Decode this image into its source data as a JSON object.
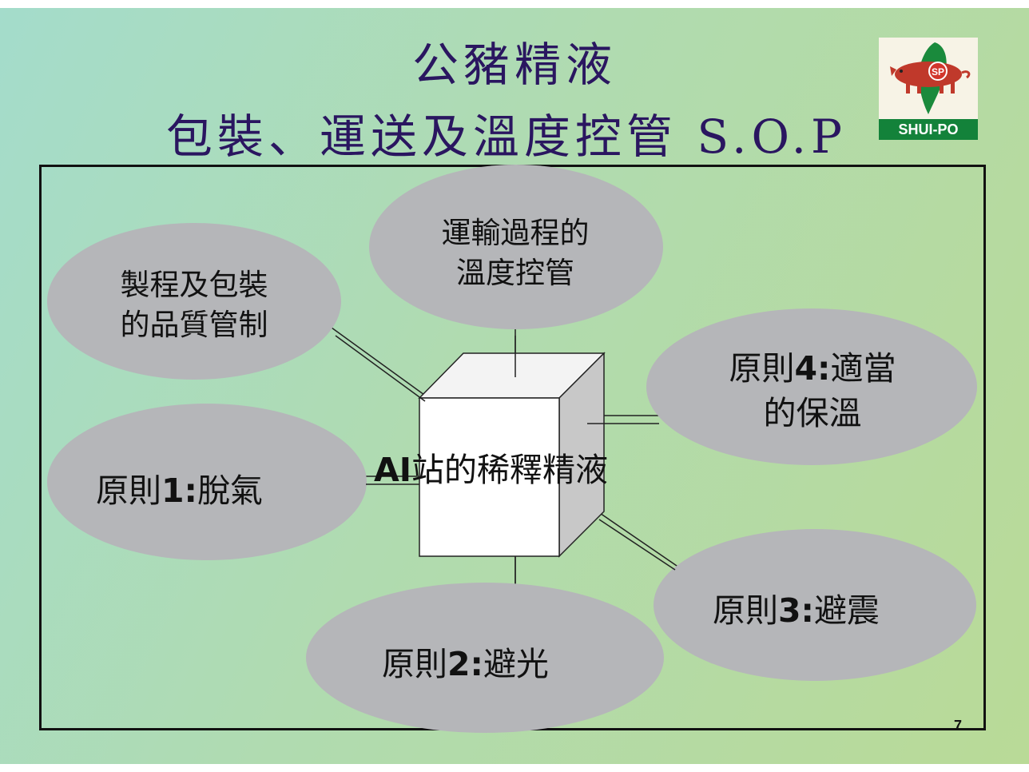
{
  "title": {
    "line1": "公豬精液",
    "line2": "包裝、運送及溫度控管 S.O.P"
  },
  "logo": {
    "label": "SHUI-PO",
    "badge": "SP",
    "colors": {
      "green": "#13823a",
      "pig": "#c0392b",
      "badge": "#d2362c"
    }
  },
  "diagram": {
    "center": {
      "bold": "AI",
      "text": "站的稀釋精液"
    },
    "nodes": [
      {
        "id": "process",
        "lines": [
          "製程及包裝",
          "的品質管制"
        ]
      },
      {
        "id": "transport",
        "lines": [
          "運輸過程的",
          "溫度控管"
        ]
      },
      {
        "id": "p4",
        "prefix": "原則",
        "num": "4:",
        "lines": [
          "適當",
          "的保溫"
        ]
      },
      {
        "id": "p1",
        "prefix": "原則",
        "num": "1:",
        "text": "脫氣"
      },
      {
        "id": "p3",
        "prefix": "原則",
        "num": "3:",
        "text": "避震"
      },
      {
        "id": "p2",
        "prefix": "原則",
        "num": "2:",
        "text": "避光"
      }
    ],
    "colors": {
      "bubble": "#b5b6b9",
      "cube_front": "#ffffff",
      "cube_top": "#f2f2f2",
      "cube_side": "#c8c8c8"
    }
  },
  "page_number": "7"
}
